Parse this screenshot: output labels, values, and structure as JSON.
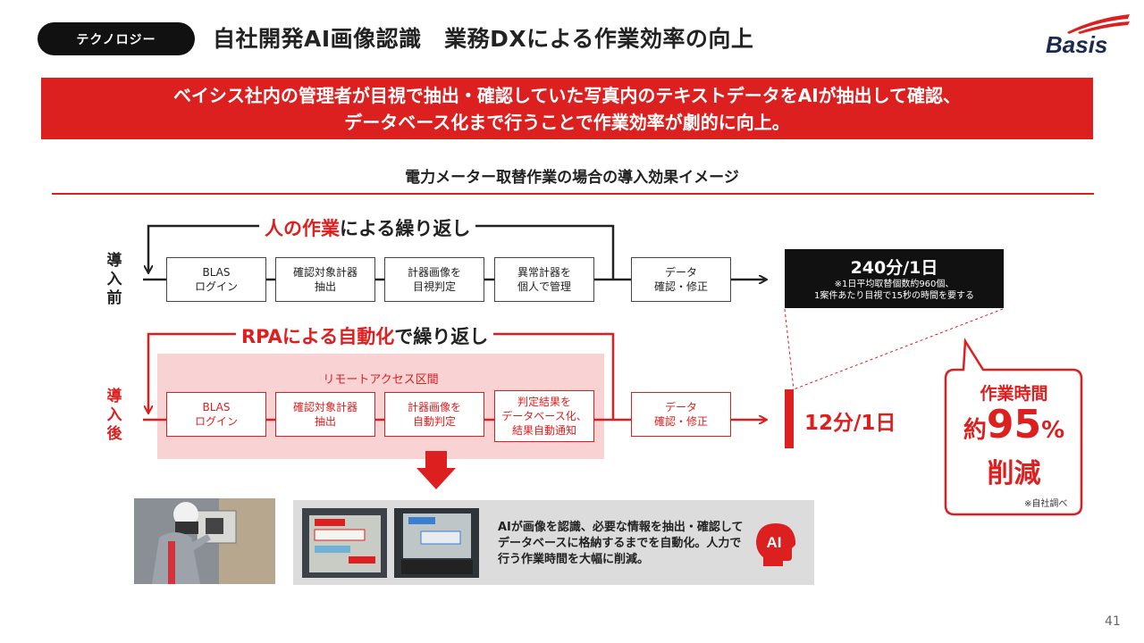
{
  "header": {
    "category_tag": "テクノロジー",
    "title": "自社開発AI画像認識　業務DXによる作業効率の向上",
    "logo_text": "Basis"
  },
  "banner": {
    "line1": "ベイシス社内の管理者が目視で抽出・確認していた写真内のテキストデータをAIが抽出して確認、",
    "line2": "データベース化まで行うことで作業効率が劇的に向上。"
  },
  "subtitle": "電力メーター取替作業の場合の導入効果イメージ",
  "before": {
    "row_label": [
      "導",
      "入",
      "前"
    ],
    "loop_title_highlight": "人の作業",
    "loop_title_rest": "による繰り返し",
    "steps": [
      "BLAS\nログイン",
      "確認対象計器\n抽出",
      "計器画像を\n目視判定",
      "異常計器を\n個人で管理"
    ],
    "final_step": "データ\n確認・修正",
    "result_value": "240分/1日",
    "result_note_1": "※1日平均取替個数約960個、",
    "result_note_2": "1案件あたり目視で15秒の時間を要する"
  },
  "after": {
    "row_label": [
      "導",
      "入",
      "後"
    ],
    "loop_title_highlight": "RPAによる自動化",
    "loop_title_rest": "で繰り返し",
    "remote_zone_label": "リモートアクセス区間",
    "steps": [
      "BLAS\nログイン",
      "確認対象計器\n抽出",
      "計器画像を\n自動判定",
      "判定結果を\nデータベース化、\n結果自動通知"
    ],
    "final_step": "データ\n確認・修正",
    "result_value": "12分/1日"
  },
  "callout": {
    "line1": "作業時間",
    "prefix": "約",
    "value": "95",
    "unit": "%",
    "line3": "削減",
    "source": "※自社調べ"
  },
  "bottom_panel": {
    "text": "AIが画像を認識、必要な情報を抽出・確認してデータベースに格納するまでを自動化。人力で行う作業時間を大幅に削減。",
    "ai_badge": "AI"
  },
  "page_number": "41",
  "colors": {
    "accent": "#dc1f1f",
    "dark": "#111111",
    "zone": "#f9d3d3",
    "panel": "#dcdcdc"
  }
}
